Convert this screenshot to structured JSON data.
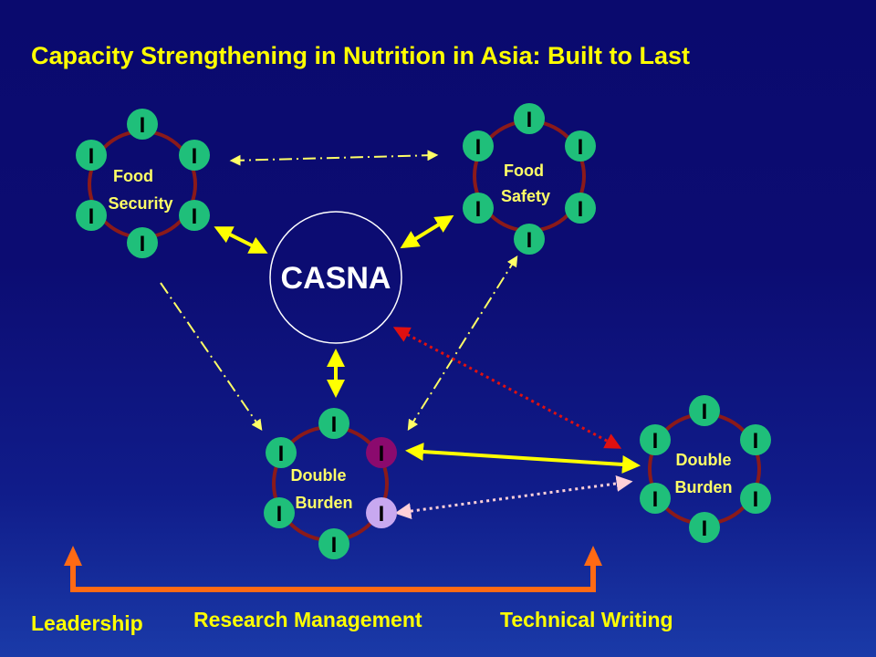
{
  "title": "Capacity Strengthening in Nutrition in Asia: Built to Last",
  "center": {
    "label": "CASNA"
  },
  "node_letter": "I",
  "rings": [
    {
      "id": "food-security",
      "line1": "Food",
      "line2": "Security"
    },
    {
      "id": "food-safety",
      "line1": "Food",
      "line2": "Safety"
    },
    {
      "id": "double-burden-a",
      "line1": "Double",
      "line2": "Burden"
    },
    {
      "id": "double-burden-b",
      "line1": "Double",
      "line2": "Burden"
    }
  ],
  "bottom_labels": {
    "leadership": "Leadership",
    "research_management": "Research Management",
    "technical_writing": "Technical Writing"
  },
  "colors": {
    "title": "#ffff00",
    "node": "#1fbf7a",
    "node_highlight_purple": "#8b0a6e",
    "node_highlight_lavender": "#c8a8f0",
    "ring": "#8b1a1a",
    "solid_arrow": "#ffff00",
    "dashdot_arrow": "#ffff66",
    "red_dotted_arrow": "#e01010",
    "pink_dotted_arrow": "#ffd0d8",
    "bracket": "#ff6a14"
  }
}
